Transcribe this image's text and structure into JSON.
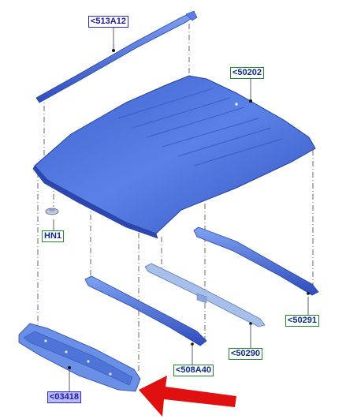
{
  "diagram": {
    "callouts": {
      "roof_rail_top": "<513A12",
      "roof_panel": "<50202",
      "clip": "HN1",
      "side_rail_right": "<50291",
      "center_bow": "<50290",
      "front_bow": "<508A40",
      "header_panel": "<03418"
    }
  },
  "colors": {
    "part_fill": "#4a6ed8",
    "part_dark": "#2e4bb8",
    "part_light": "#7da0f0",
    "light_part": "#9fb9e6",
    "leader_line": "#333333",
    "arrow": "#e01010",
    "green_frame": "#1f8a2a",
    "blue_frame": "#2a2ad0"
  }
}
